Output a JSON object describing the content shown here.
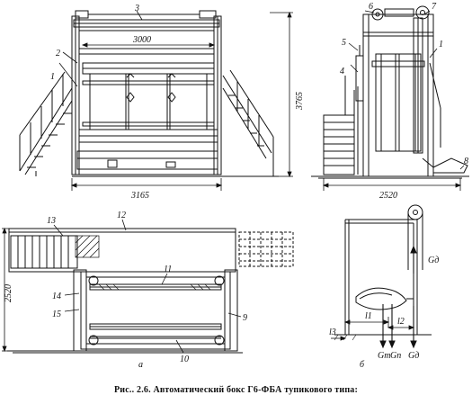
{
  "caption": "Рис.. 2.6. Автоматический бокс Г6-ФБА тупикового типа:",
  "view_labels": {
    "front": "а",
    "diagram": "б"
  },
  "dimensions": {
    "front_width_top": "3000",
    "front_width_bottom": "3165",
    "front_height": "3765",
    "side_width": "2520",
    "plan_depth": "2520"
  },
  "callouts": {
    "c1": "1",
    "c2": "2",
    "c3": "3",
    "c4": "4",
    "c5": "5",
    "c6": "6",
    "c7": "7",
    "c8": "8",
    "c9": "9",
    "c10": "10",
    "c11": "11",
    "c12": "12",
    "c13": "13",
    "c14": "14",
    "c15": "15",
    "c1b": "1"
  },
  "force_labels": {
    "gd_top": "Gд",
    "l1": "l1",
    "l2": "l2",
    "l3": "l3",
    "gt": "Gт",
    "gp": "Gп",
    "gd_bottom": "Gд"
  },
  "colors": {
    "ink": "#111111",
    "paper": "#ffffff"
  }
}
